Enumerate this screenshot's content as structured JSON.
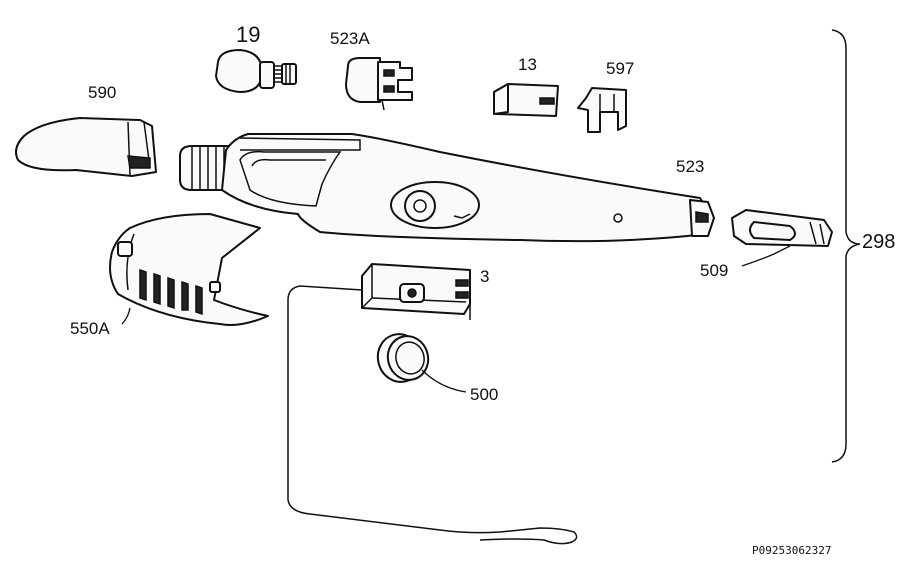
{
  "diagram": {
    "labels": {
      "p19": "19",
      "p523a": "523A",
      "p13": "13",
      "p597": "597",
      "p590": "590",
      "p523": "523",
      "p298": "298",
      "p509": "509",
      "p3": "3",
      "p550a": "550A",
      "p500": "500"
    },
    "reference_code": "P09253062327"
  }
}
